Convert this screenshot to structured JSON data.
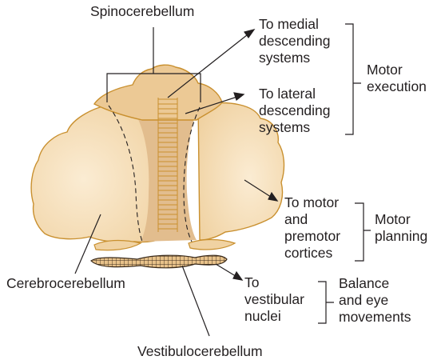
{
  "labels": {
    "spinocerebellum": "Spinocerebellum",
    "cerebrocerebellum": "Cerebrocerebellum",
    "vestibulocerebellum": "Vestibulocerebellum"
  },
  "outputs": {
    "medial": "To medial\ndescending\nsystems",
    "lateral": "To lateral\ndescending\nsystems",
    "motor_cortices": "To motor\nand\npremotor\ncortices",
    "vestibular": "To\nvestibular\nnuclei"
  },
  "functions": {
    "motor_execution": "Motor\nexecution",
    "motor_planning": "Motor\nplanning",
    "balance": "Balance\nand eye\nmovements"
  },
  "colors": {
    "lobe_fill": "#f1d5a8",
    "lobe_highlight": "#fbecd3",
    "vermis_fill": "#e2bd8e",
    "outline": "#c9902f",
    "line": "#231f20"
  }
}
